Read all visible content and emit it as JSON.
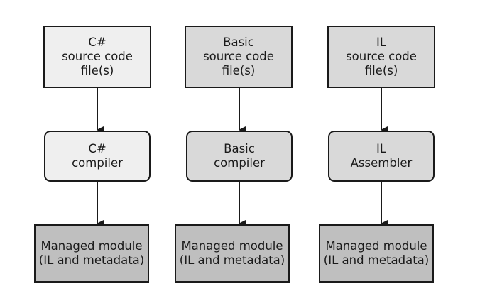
{
  "columns": [
    {
      "source": [
        "C#",
        "source code",
        "file(s)"
      ],
      "compiler": [
        "C#",
        "compiler"
      ],
      "module": [
        "Managed module",
        "(IL and metadata)"
      ],
      "source_fill": "#efefef",
      "compiler_fill": "#efefef",
      "module_fill": "#bfbfbf"
    },
    {
      "source": [
        "Basic",
        "source code",
        "file(s)"
      ],
      "compiler": [
        "Basic",
        "compiler"
      ],
      "module": [
        "Managed module",
        "(IL and metadata)"
      ],
      "source_fill": "#d9d9d9",
      "compiler_fill": "#d9d9d9",
      "module_fill": "#bfbfbf"
    },
    {
      "source": [
        "IL",
        "source code",
        "file(s)"
      ],
      "compiler": [
        "IL",
        "Assembler"
      ],
      "module": [
        "Managed module",
        "(IL and metadata)"
      ],
      "source_fill": "#d9d9d9",
      "compiler_fill": "#d9d9d9",
      "module_fill": "#bfbfbf"
    }
  ],
  "arrow_color": "#1a1a1a"
}
